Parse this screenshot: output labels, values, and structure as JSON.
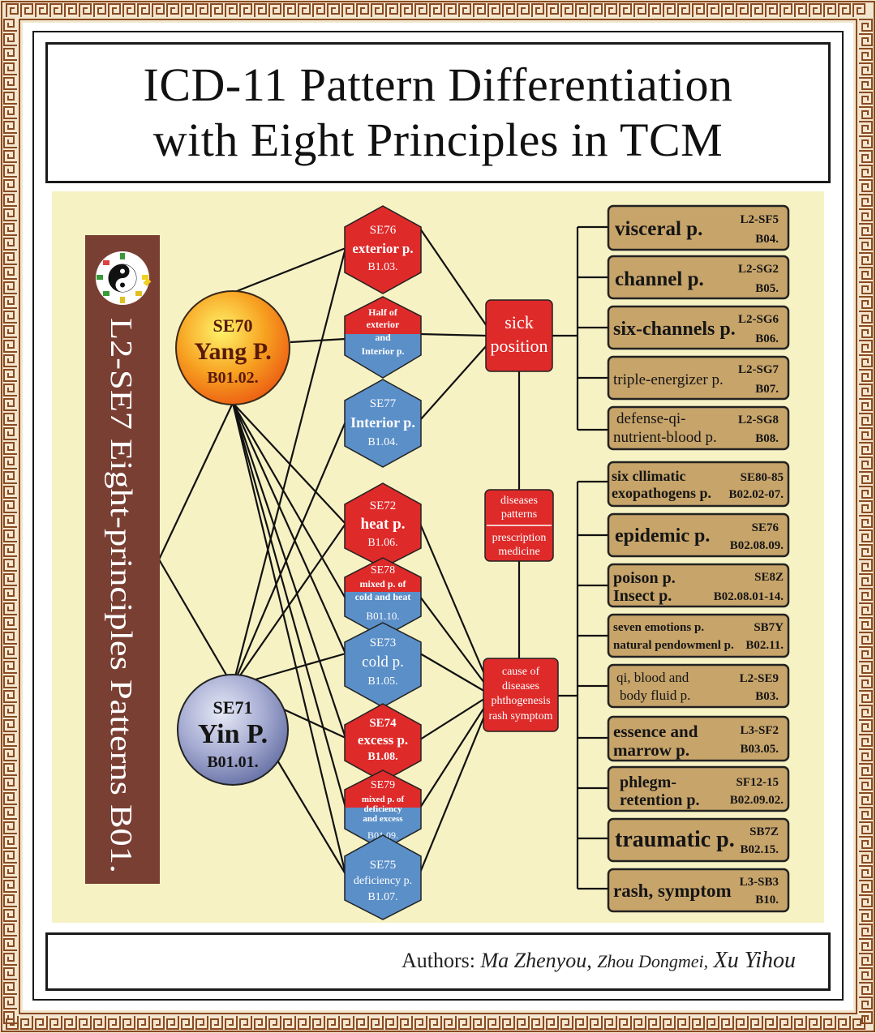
{
  "title": {
    "line1": "ICD-11 Pattern Differentiation",
    "line2": "with Eight Principles in TCM"
  },
  "sidebar": {
    "label": "L2-SE7 Eight-principles Patterns  B01."
  },
  "yang": {
    "code": "SE70",
    "name": "Yang P.",
    "ref": "B01.02."
  },
  "yin": {
    "code": "SE71",
    "name": "Yin P.",
    "ref": "B01.01."
  },
  "hexagons": [
    {
      "code": "SE76",
      "name": "exterior p.",
      "ref": "B1.03."
    },
    {
      "code": "",
      "name": "Half of exterior and Interior p.",
      "lines": [
        "Half of",
        "exterior",
        "and",
        "Interior p."
      ],
      "ref": ""
    },
    {
      "code": "SE77",
      "name": "Interior p.",
      "ref": "B1.04."
    },
    {
      "code": "SE72",
      "name": "heat p.",
      "ref": "B1.06."
    },
    {
      "code": "SE78",
      "name": "mixed p. of cold and heat",
      "lines": [
        "mixed p. of",
        "cold and heat"
      ],
      "ref": "B01.10."
    },
    {
      "code": "SE73",
      "name": "cold p.",
      "ref": "B1.05."
    },
    {
      "code": "SE74",
      "name": "excess p.",
      "ref": "B1.08."
    },
    {
      "code": "SE79",
      "name": "mixed p. of deficiency and excess",
      "lines": [
        "mixed p. of",
        "deficiency",
        "and excess"
      ],
      "ref": "B01.09."
    },
    {
      "code": "SE75",
      "name": "deficiency p.",
      "ref": "B1.07."
    }
  ],
  "center_boxes": {
    "sick_position": {
      "line1": "sick",
      "line2": "position"
    },
    "diseases_patterns": {
      "line1": "diseases",
      "line2": "patterns"
    },
    "prescription_medicine": {
      "line1": "prescription",
      "line2": "medicine"
    },
    "cause": {
      "line1": "cause of",
      "line2": "diseases",
      "line3": "phthogenesis",
      "line4": "rash symptom"
    }
  },
  "right_boxes": [
    {
      "lines": [
        "visceral p."
      ],
      "codes": [
        "L2-SF5",
        "B04."
      ]
    },
    {
      "lines": [
        "channel p."
      ],
      "codes": [
        "L2-SG2",
        "B05."
      ]
    },
    {
      "lines": [
        "six-channels p."
      ],
      "codes": [
        "L2-SG6",
        "B06."
      ]
    },
    {
      "lines": [
        "triple-energizer p."
      ],
      "codes": [
        "L2-SG7",
        "B07."
      ]
    },
    {
      "lines": [
        "defense-qi-",
        "nutrient-blood p."
      ],
      "codes": [
        "L2-SG8",
        "B08."
      ]
    },
    {
      "lines": [
        "six cllimatic",
        "exopathogens p."
      ],
      "codes": [
        "SE80-85",
        "B02.02-07."
      ]
    },
    {
      "lines": [
        "epidemic p."
      ],
      "codes": [
        "SE76",
        "B02.08.09."
      ]
    },
    {
      "lines": [
        "poison p.",
        "Insect p."
      ],
      "codes": [
        "SE8Z",
        "B02.08.01-14."
      ]
    },
    {
      "lines": [
        "seven emotions p.",
        "natural pendowmenl p."
      ],
      "codes": [
        "SB7Y",
        "B02.11."
      ]
    },
    {
      "lines": [
        "qi, blood and",
        "body fluid p."
      ],
      "codes": [
        "L2-SE9",
        "B03."
      ]
    },
    {
      "lines": [
        "essence and",
        "marrow p."
      ],
      "codes": [
        "L3-SF2",
        "B03.05."
      ]
    },
    {
      "lines": [
        "phlegm-",
        "retention p."
      ],
      "codes": [
        "SF12-15",
        "B02.09.02."
      ]
    },
    {
      "lines": [
        "traumatic p."
      ],
      "codes": [
        "SB7Z",
        "B02.15."
      ]
    },
    {
      "lines": [
        "rash, symptom"
      ],
      "codes": [
        "L3-SB3",
        "B10."
      ]
    }
  ],
  "authors": {
    "label": "Authors:",
    "names": [
      "Ma Zhenyou,",
      "Zhou Dongmei,",
      "Xu Yihou"
    ]
  },
  "colors": {
    "border": "#8a4a22",
    "sidebar": "#7a3f33",
    "panel": "#f7f2c4",
    "red": "#df2a2a",
    "blue": "#5b8fc8",
    "box_fill": "#c7a46a",
    "yang_outer": "#f06a12",
    "yang_inner": "#fff06a",
    "yin_outer": "#6f78a8",
    "yin_inner": "#d9ddf0"
  }
}
